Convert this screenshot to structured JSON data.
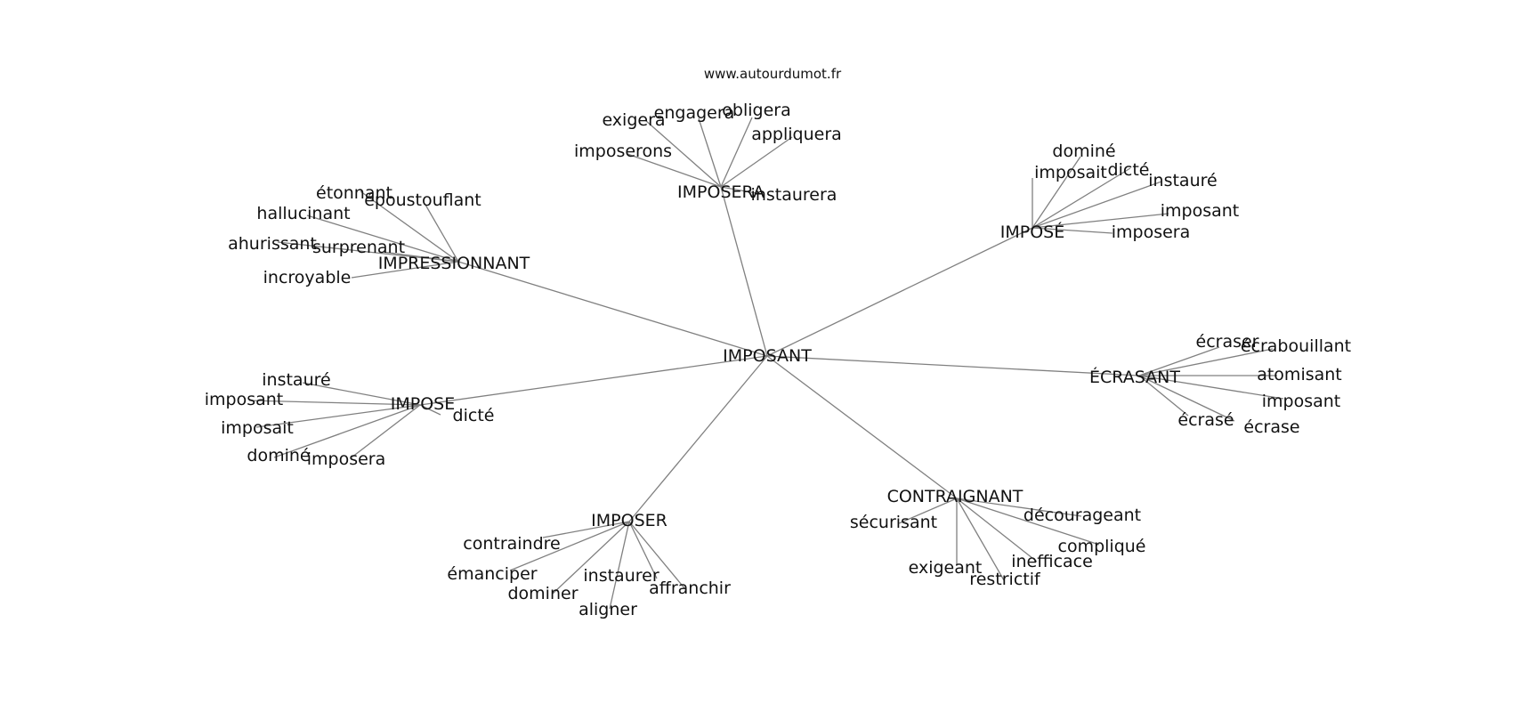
{
  "source": "www.autourdumot.fr",
  "graph": {
    "center": "IMPOSANT",
    "hubs": [
      {
        "label": "IMPOSERA",
        "leaves": [
          "exigera",
          "engagera",
          "obligera",
          "appliquera",
          "imposerons",
          "instaurera"
        ]
      },
      {
        "label": "IMPRESSIONNANT",
        "leaves": [
          "étonnant",
          "époustouflant",
          "hallucinant",
          "ahurissant",
          "surprenant",
          "incroyable"
        ]
      },
      {
        "label": "IMPOSÉ",
        "leaves": [
          "dominé",
          "imposait",
          "dicté",
          "instauré",
          "imposant",
          "imposera"
        ]
      },
      {
        "label": "ÉCRASANT",
        "leaves": [
          "écraser",
          "écrabouillant",
          "atomisant",
          "imposant",
          "écrasé",
          "écrase"
        ]
      },
      {
        "label": "IMPOSE",
        "leaves": [
          "instauré",
          "imposant",
          "imposait",
          "dominé",
          "imposera",
          "dicté"
        ]
      },
      {
        "label": "CONTRAIGNANT",
        "leaves": [
          "sécurisant",
          "décourageant",
          "compliqué",
          "inefficace",
          "exigeant",
          "restrictif"
        ]
      },
      {
        "label": "IMPOSER",
        "leaves": [
          "contraindre",
          "émanciper",
          "dominer",
          "aligner",
          "instaurer",
          "affranchir"
        ]
      }
    ]
  }
}
